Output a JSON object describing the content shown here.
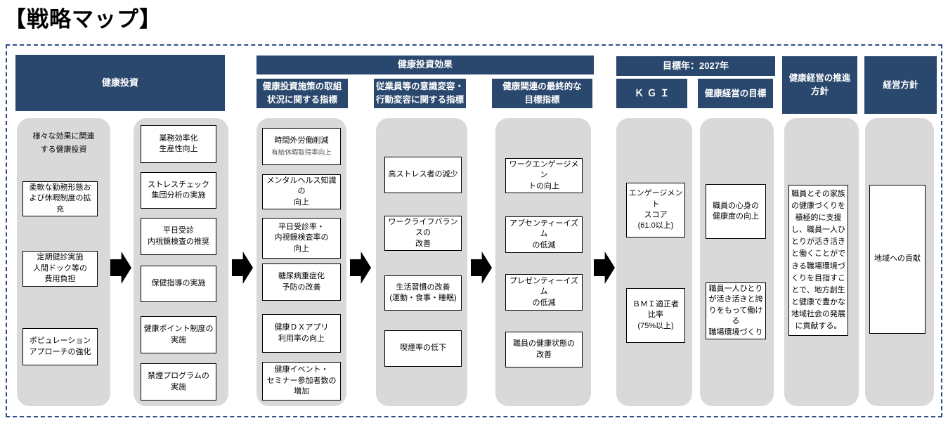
{
  "title": "【戦略マップ】",
  "colors": {
    "header_blue": "#2a486e",
    "column_gray": "#d9d9d9",
    "frame_border_blue": "#2d4e86",
    "arrow_black": "#000000"
  },
  "headers": {
    "investment": "健康投資",
    "investment_effect": "健康投資効果",
    "effect_sub1": "健康投資施策の取組\n状況に関する指標",
    "effect_sub2": "従業員等の意識変容・\n行動変容に関する指標",
    "effect_sub3": "健康関連の最終的な\n目標指標",
    "target_year": "目標年：2027年",
    "kgi": "ＫＧＩ",
    "health_mgmt_goal": "健康経営の目標",
    "promotion_policy": "健康経営の推進\n方針",
    "management_policy": "経営方針"
  },
  "columns": {
    "invest_left": {
      "caption": "様々な効果に関連\nする健康投資",
      "boxes": {
        "flexible_work": "柔軟な勤務形態お\nよび休暇制度の拡\n充",
        "checkup_cost": "定期健診実施\n人間ドック等の\n費用負担",
        "population": "ポピュレーション\nアプローチの強化"
      }
    },
    "invest_right": {
      "boxes": {
        "efficiency": "業務効率化\n生産性向上",
        "stress_check": "ストレスチェック\n集団分析の実施",
        "weekday_visit": "平日受診\n内視鏡検査の推奨",
        "health_guidance": "保健指導の実施",
        "health_point": "健康ポイント制度の\n実施",
        "no_smoking": "禁煙プログラムの\n実施"
      }
    },
    "initiative_metrics": {
      "boxes": {
        "overtime": "時間外労働削減",
        "overtime_sub": "有給休暇取得率向上",
        "mental_health": "メンタルヘルス知識の\n向上",
        "weekday_rate": "平日受診率・\n内視鏡検査率の\n向上",
        "diabetes": "糖尿病重症化\n予防の改善",
        "dx_app": "健康ＤＸアプリ\n利用率の向上",
        "event": "健康イベント・\nセミナー参加者数の\n増加"
      }
    },
    "behavior_metrics": {
      "boxes": {
        "high_stress": "高ストレス者の減少",
        "wlb": "ワークライフバランスの\n改善",
        "lifestyle": "生活習慣の改善\n(運動・食事・睡眠)",
        "smoking_rate": "喫煙率の低下"
      }
    },
    "final_metrics": {
      "boxes": {
        "engagement": "ワークエンゲージメン\nトの向上",
        "absenteeism": "アブセンティーイズム\nの低減",
        "presenteeism": "プレゼンティーイズム\nの低減",
        "health_status": "職員の健康状態の\n改善"
      }
    },
    "kgi": {
      "boxes": {
        "engagement_score": "エンゲージメント\nスコア\n(61.0以上)",
        "bmi": "ＢＭＩ適正者\n比率\n(75%以上)"
      }
    },
    "goal": {
      "boxes": {
        "mind_body": "職員の心身の\n健康度の向上",
        "workplace": "職員一人ひとり\nが活き活きと誇\nりをもって働ける\n職場環境づくり"
      }
    },
    "promotion": {
      "boxes": {
        "statement": "職員とその家族の健康づくりを積極的に支援し、職員一人ひとりが活き活きと働くことができる職場環境づくりを目指すことで、地方創生と健康で豊かな地域社会の発展に貢献する。"
      }
    },
    "management": {
      "boxes": {
        "region": "地域への貢献"
      }
    }
  }
}
